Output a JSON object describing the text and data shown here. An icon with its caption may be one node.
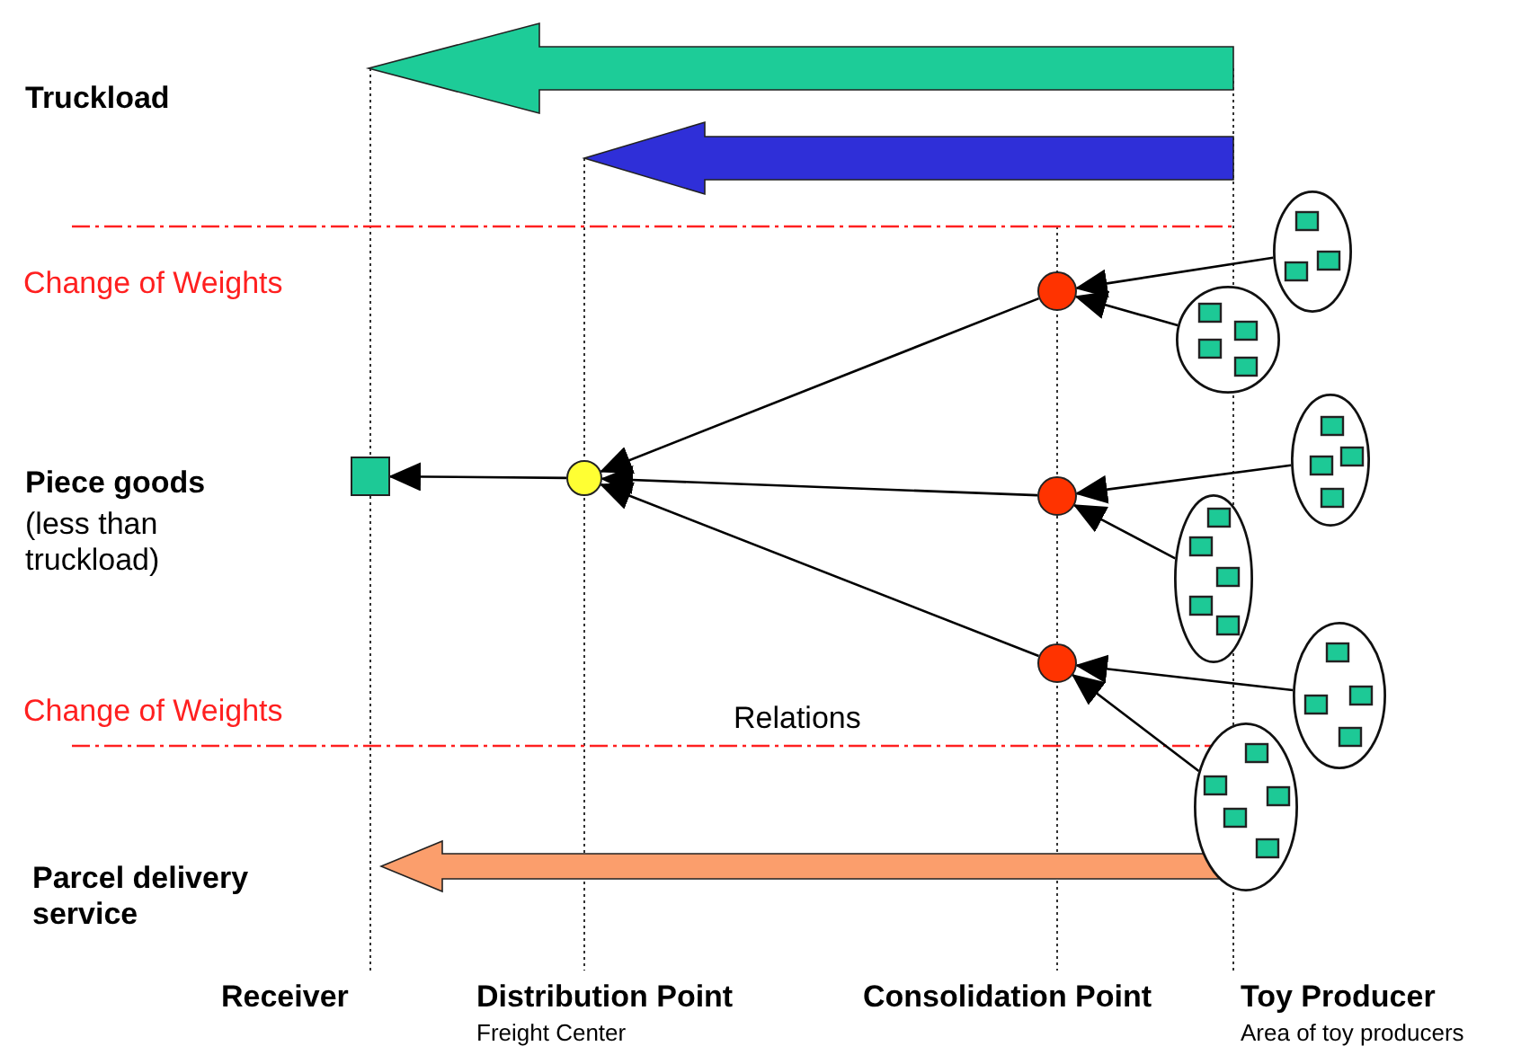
{
  "diagram": {
    "nodes": [
      {
        "text": [],
        "shape": "box"
      },
      {
        "text": [],
        "shape": "circle"
      },
      {
        "text": [],
        "shape": "circle"
      },
      {
        "text": [],
        "shape": "circle"
      },
      {
        "text": [],
        "shape": "circle"
      },
      {
        "text": [],
        "shape": "ellipse"
      },
      {
        "text": [],
        "shape": "ellipse"
      },
      {
        "text": [],
        "shape": "ellipse"
      },
      {
        "text": [],
        "shape": "ellipse"
      },
      {
        "text": [],
        "shape": "ellipse"
      },
      {
        "text": [],
        "shape": "ellipse"
      }
    ],
    "edges": [
      {
        "from": 5,
        "to": 2,
        "arrow": "to"
      },
      {
        "from": 6,
        "to": 2,
        "arrow": "to"
      },
      {
        "from": 7,
        "to": 3,
        "arrow": "to"
      },
      {
        "from": 8,
        "to": 3,
        "arrow": "to"
      },
      {
        "from": 9,
        "to": 4,
        "arrow": "to"
      },
      {
        "from": 10,
        "to": 4,
        "arrow": "to"
      },
      {
        "from": 2,
        "to": 1,
        "arrow": "to"
      },
      {
        "from": 3,
        "to": 1,
        "arrow": "to"
      },
      {
        "from": 4,
        "to": 1,
        "arrow": "to"
      },
      {
        "from": 1,
        "to": 0,
        "arrow": "to"
      }
    ],
    "labels": [
      "Truckload",
      "Change of Weights",
      "Piece goods",
      "(less than truckload)",
      "Change of Weights",
      "Relations",
      "Parcel delivery service",
      "Receiver",
      "Distribution Point",
      "Freight Center",
      "Consolidation Point",
      "Toy Producer",
      "Area of toy producers"
    ]
  }
}
